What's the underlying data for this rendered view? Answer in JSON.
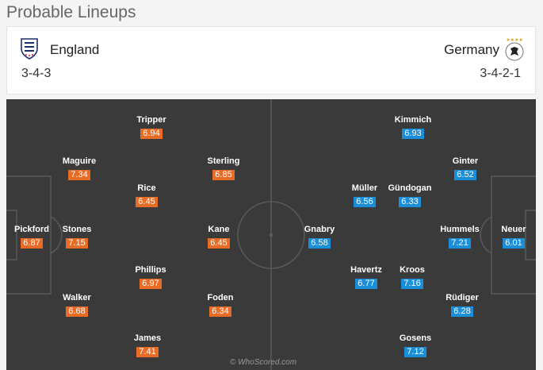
{
  "page": {
    "title": "Probable Lineups"
  },
  "home": {
    "name": "England",
    "formation": "3-4-3",
    "crest_icon": "three-lions-crest-icon",
    "color": "#e86b26",
    "players": [
      {
        "name": "Tripper",
        "rating": "6.94"
      },
      {
        "name": "Maguire",
        "rating": "7.34"
      },
      {
        "name": "Sterling",
        "rating": "6.85"
      },
      {
        "name": "Rice",
        "rating": "6.45"
      },
      {
        "name": "Pickford",
        "rating": "6.87"
      },
      {
        "name": "Stones",
        "rating": "7.15"
      },
      {
        "name": "Kane",
        "rating": "6.45"
      },
      {
        "name": "Phillips",
        "rating": "6.97"
      },
      {
        "name": "Walker",
        "rating": "6.68"
      },
      {
        "name": "Foden",
        "rating": "6.34"
      },
      {
        "name": "James",
        "rating": "7.41"
      }
    ]
  },
  "away": {
    "name": "Germany",
    "formation": "3-4-2-1",
    "crest_icon": "dfb-eagle-crest-icon",
    "color": "#1a8ed8",
    "players": [
      {
        "name": "Kimmich",
        "rating": "6.93"
      },
      {
        "name": "Ginter",
        "rating": "6.52"
      },
      {
        "name": "Müller",
        "rating": "6.56"
      },
      {
        "name": "Gündogan",
        "rating": "6.33"
      },
      {
        "name": "Gnabry",
        "rating": "6.58"
      },
      {
        "name": "Hummels",
        "rating": "7.21"
      },
      {
        "name": "Neuer",
        "rating": "6.01"
      },
      {
        "name": "Havertz",
        "rating": "6.77"
      },
      {
        "name": "Kroos",
        "rating": "7.16"
      },
      {
        "name": "Rüdiger",
        "rating": "6.28"
      },
      {
        "name": "Gosens",
        "rating": "7.12"
      }
    ]
  },
  "pitch": {
    "background": "#3a3a3a",
    "line_color": "#5a5a5a"
  },
  "watermark": "© WhoScored.com"
}
